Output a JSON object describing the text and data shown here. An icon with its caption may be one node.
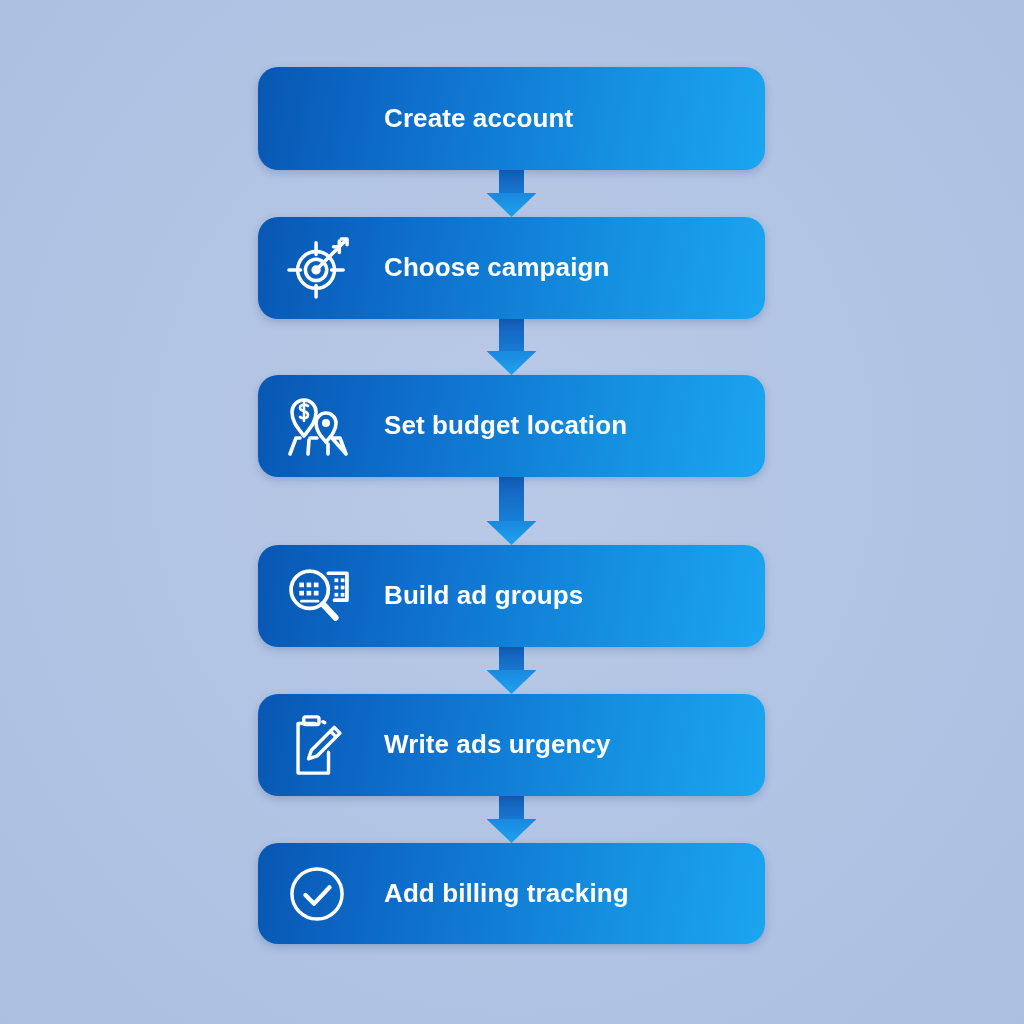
{
  "diagram": {
    "nodes": [
      {
        "text": [
          "Create account"
        ]
      },
      {
        "text": [
          "Choose campaign"
        ]
      },
      {
        "text": [
          "Set budget location"
        ]
      },
      {
        "text": [
          "Build ad groups"
        ]
      },
      {
        "text": [
          "Write ads urgency"
        ]
      },
      {
        "text": [
          "Add billing tracking"
        ]
      }
    ],
    "edges": [
      {
        "from": 0,
        "to": 1,
        "arrow": "to"
      },
      {
        "from": 1,
        "to": 2,
        "arrow": "to"
      },
      {
        "from": 2,
        "to": 3,
        "arrow": "to"
      },
      {
        "from": 3,
        "to": 4,
        "arrow": "to"
      },
      {
        "from": 4,
        "to": 5,
        "arrow": "to"
      }
    ]
  }
}
